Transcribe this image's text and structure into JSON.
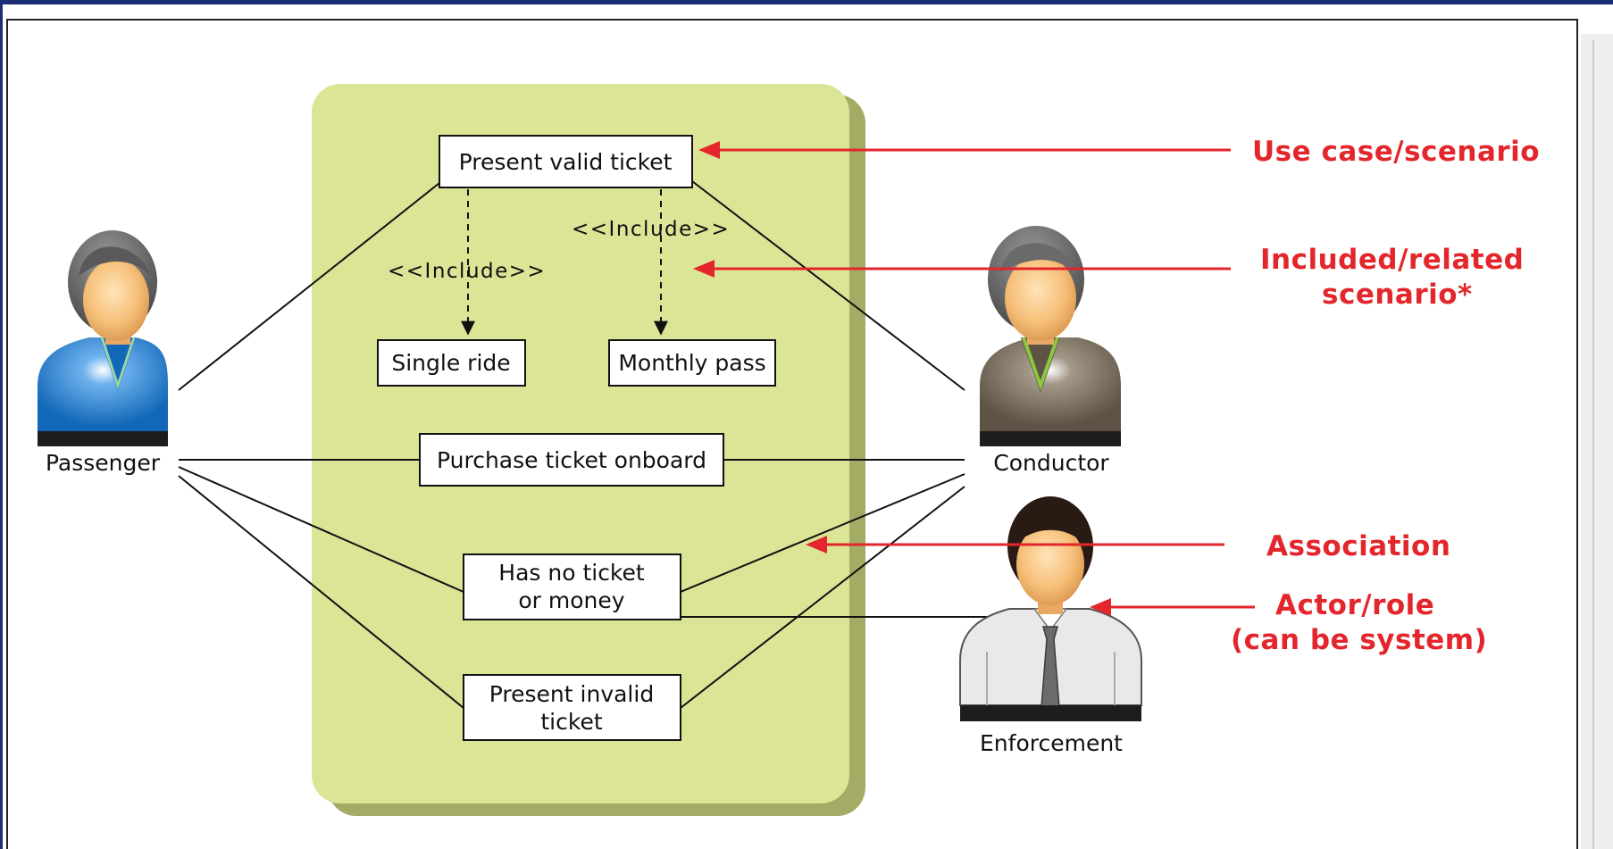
{
  "colors": {
    "frame_top": "#1d2f74",
    "system_box": "#dce496",
    "system_shadow": "#a4ab64",
    "callout": "#e3262b",
    "passenger_shirt": "#1575c8",
    "conductor_shirt": "#6e6253",
    "enforcement_shirt": "#e9e9e9"
  },
  "use_cases": {
    "present_valid": "Present valid ticket",
    "single_ride": "Single ride",
    "monthly_pass": "Monthly pass",
    "purchase_onboard": "Purchase ticket onboard",
    "no_ticket_1": "Has no ticket",
    "no_ticket_2": "or money",
    "invalid_1": "Present invalid",
    "invalid_2": "ticket"
  },
  "include_labels": {
    "left": "<<Include>>",
    "right": "<<Include>>"
  },
  "actors": {
    "passenger": "Passenger",
    "conductor": "Conductor",
    "enforcement": "Enforcement"
  },
  "callouts": {
    "use_case": "Use case/scenario",
    "included_1": "Included/related",
    "included_2": "scenario*",
    "association": "Association",
    "actor_1": "Actor/role",
    "actor_2": "(can be system)"
  }
}
